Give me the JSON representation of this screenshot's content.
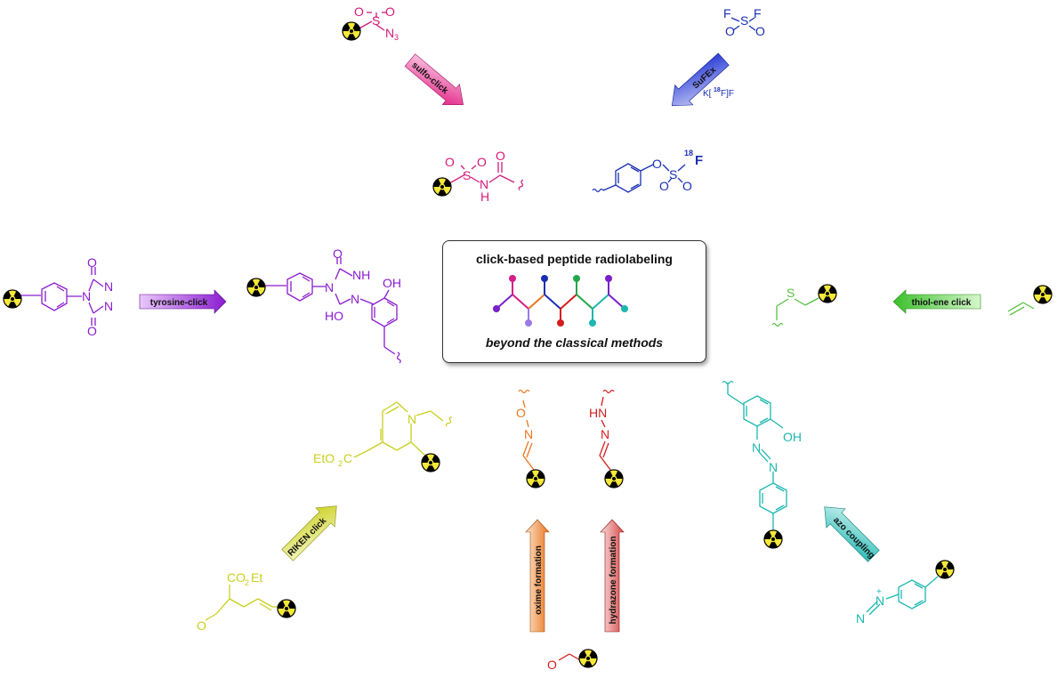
{
  "center": {
    "title": "click-based peptide radiolabeling",
    "subtitle": "beyond the classical methods"
  },
  "reactions": {
    "sulfo_click": "sulfo-click",
    "sufex": "SuFEx",
    "tyrosine_click": "tyrosine-click",
    "thiol_ene": "thiol-ene click",
    "riken": "RIKEN click",
    "oxime": "oxime formation",
    "hydrazone": "hydrazone formation",
    "azo": "azo coupling"
  },
  "labels": {
    "sulfonyl_azide": {
      "o1": "O",
      "s": "S",
      "o2": "O",
      "n3": "N",
      "n3_sub": "3"
    },
    "sulfonyl_fluoride": {
      "f1": "F",
      "s": "S",
      "f2": "F",
      "o1": "O",
      "o2": "O"
    },
    "kf_reagent": {
      "k": "K[",
      "iso": "18",
      "f": "F]F"
    },
    "acyl_sulfonamide": {
      "o1": "O",
      "s": "S",
      "o2": "O",
      "nh": "N",
      "h": "H",
      "oc": "O"
    },
    "fluorosulfate": {
      "o": "O",
      "s": "S",
      "o1": "O",
      "o2": "O",
      "iso": "18",
      "f": "F"
    },
    "ptad": {
      "o1": "O",
      "n": "N",
      "n2": "N",
      "n3": "N",
      "o2": "O"
    },
    "tyr_adduct": {
      "o1": "O",
      "nh": "NH",
      "n": "N",
      "n1": "N",
      "ho": "HO",
      "oh": "OH"
    },
    "thiol": {
      "s": "S"
    },
    "riken_product": {
      "n": "N",
      "ester": "EtO",
      "ester_sub": "2",
      "ester_c": "C"
    },
    "riken_reagent": {
      "co2et": "CO",
      "sub": "2",
      "et": "Et",
      "o": "O"
    },
    "oxime": {
      "o": "O",
      "n": "N"
    },
    "hydrazone": {
      "hn": "HN",
      "n": "N"
    },
    "aldehyde": {
      "o": "O"
    },
    "azo_product": {
      "oh": "OH",
      "n1": "N",
      "n2": "N"
    },
    "diazonium": {
      "n1": "N",
      "n2": "N",
      "plus": "+"
    }
  },
  "colors": {
    "sulfo": "#d4197a",
    "sufex": "#1a2fb4",
    "tyrosine": "#8a1ccf",
    "thiol": "#55c140",
    "riken": "#c9cf1c",
    "oxime": "#e8761e",
    "hydrazone": "#d41c1c",
    "azo": "#1bb7b0",
    "radiation_yellow": "#f4e83a"
  },
  "peptide_chain_colors": [
    "#7a1fc9",
    "#d41c8a",
    "#e8761e",
    "#1a2fb4",
    "#d41c1c",
    "#22a84a",
    "#1bb7b0"
  ]
}
